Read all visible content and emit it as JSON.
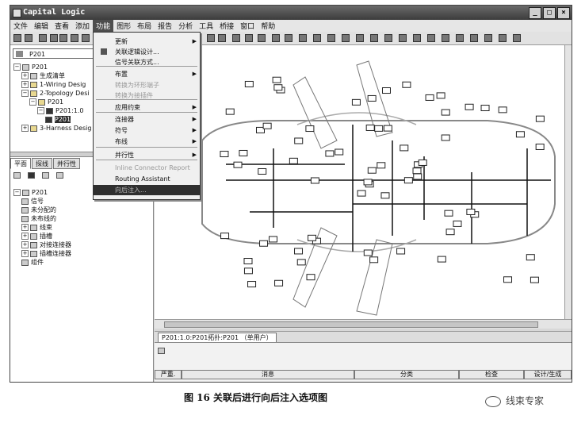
{
  "window": {
    "title": "Capital Logic",
    "min": "_",
    "max": "□",
    "close": "×"
  },
  "menubar": [
    "文件",
    "编辑",
    "查看",
    "添加",
    "功能",
    "图形",
    "布局",
    "报告",
    "分析",
    "工具",
    "桥接",
    "窗口",
    "帮助"
  ],
  "menubar_active": 4,
  "dropdown": [
    {
      "label": "更新",
      "sub": true,
      "state": "normal"
    },
    {
      "label": "关联逻辑设计...",
      "sub": false,
      "state": "normal",
      "icon": "link-icon"
    },
    {
      "label": "信号关联方式...",
      "sub": false,
      "state": "normal"
    },
    {
      "label": "布置",
      "sub": true,
      "state": "normal"
    },
    {
      "label": "转换为环形端子",
      "sub": false,
      "state": "disabled"
    },
    {
      "label": "转换为接插件",
      "sub": false,
      "state": "disabled"
    },
    {
      "label": "应用约束",
      "sub": true,
      "state": "normal"
    },
    {
      "label": "连接器",
      "sub": true,
      "state": "normal"
    },
    {
      "label": "符号",
      "sub": true,
      "state": "normal"
    },
    {
      "label": "布线",
      "sub": true,
      "state": "normal"
    },
    {
      "label": "并行性",
      "sub": true,
      "state": "normal"
    },
    {
      "label": "Inline Connector Report",
      "sub": false,
      "state": "disabled"
    },
    {
      "label": "Routing Assistant",
      "sub": false,
      "state": "normal"
    },
    {
      "label": "向后注入...",
      "sub": false,
      "state": "highlighted"
    }
  ],
  "left": {
    "combo_value": "P201",
    "tree": [
      {
        "level": 0,
        "pm": "-",
        "label": "P201",
        "icon": "design-icon"
      },
      {
        "level": 1,
        "pm": "+",
        "label": "生成清单",
        "icon": "report-icon"
      },
      {
        "level": 1,
        "pm": "+",
        "label": "1-Wiring Desig",
        "icon": "folder-icon"
      },
      {
        "level": 1,
        "pm": "-",
        "label": "2-Topology Desi",
        "icon": "folder-icon"
      },
      {
        "level": 2,
        "pm": "-",
        "label": "P201",
        "icon": "folder-icon"
      },
      {
        "level": 3,
        "pm": "-",
        "label": "P201:1.0",
        "icon": "topology-icon"
      },
      {
        "level": 4,
        "pm": "",
        "label": "P201",
        "icon": "topology-icon",
        "selected": true
      },
      {
        "level": 1,
        "pm": "+",
        "label": "3-Harness Desig",
        "icon": "folder-icon"
      }
    ],
    "tabs": [
      "平面",
      "探线",
      "并行性"
    ],
    "tab_active": 0,
    "tree2": [
      {
        "level": 0,
        "pm": "-",
        "label": "P201",
        "icon": "design-icon"
      },
      {
        "level": 1,
        "pm": "",
        "label": "信号",
        "icon": "signal-icon"
      },
      {
        "level": 1,
        "pm": "",
        "label": "未分配的",
        "icon": "signal-icon"
      },
      {
        "level": 1,
        "pm": "",
        "label": "未布线的",
        "icon": "signal-icon"
      },
      {
        "level": 1,
        "pm": "+",
        "label": "线束",
        "icon": "harness-icon"
      },
      {
        "level": 1,
        "pm": "+",
        "label": "插槽",
        "icon": "connector-icon"
      },
      {
        "level": 1,
        "pm": "+",
        "label": "对接连接器",
        "icon": "inline-connector-icon"
      },
      {
        "level": 1,
        "pm": "+",
        "label": "插槽连接器",
        "icon": "connector-icon"
      },
      {
        "level": 1,
        "pm": "",
        "label": "组件",
        "icon": "component-icon"
      }
    ]
  },
  "doctab": "P201:1.0:P201拓扑:P201 （单用户）",
  "output_table": {
    "headers": [
      "严重.",
      "消息",
      "分类",
      "检查",
      "设计/生成"
    ]
  },
  "caption": "图 16   关联后进行向后注入选项图",
  "watermark": "线束专家"
}
